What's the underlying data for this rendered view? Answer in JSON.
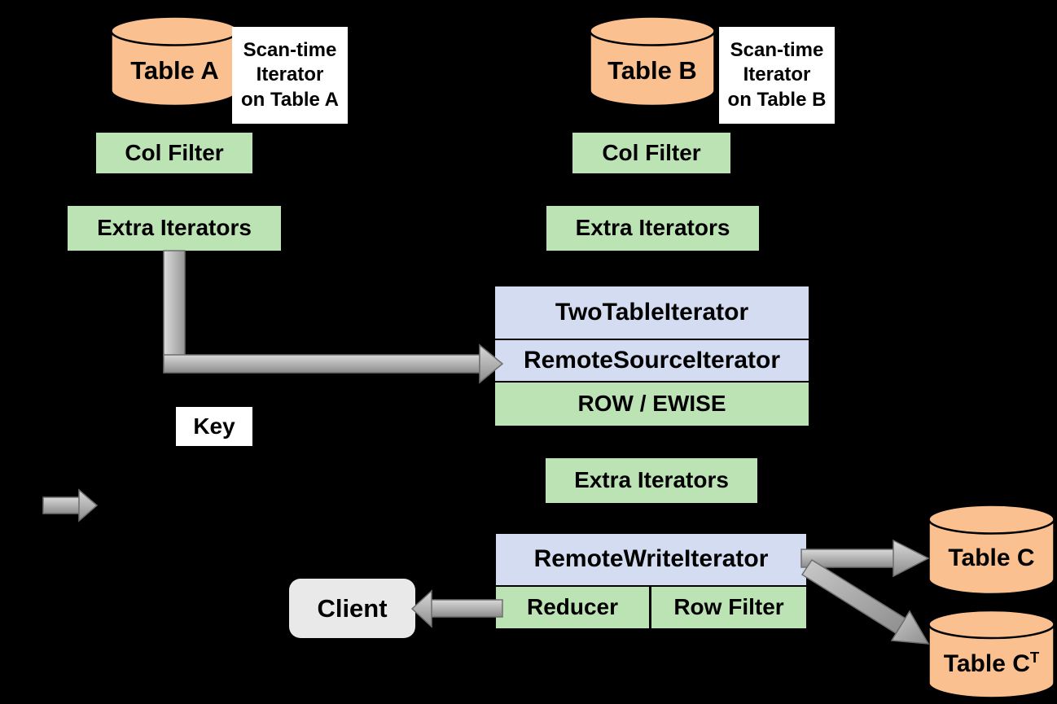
{
  "diagram": {
    "type": "dataflow-architecture",
    "background": "#000000",
    "colors": {
      "table_cylinder_fill": "#FAC090",
      "filter_box_fill": "#BCE3B4",
      "iterator_box_fill": "#D4DCF2",
      "label_box_fill": "#FFFFFF",
      "client_box_fill": "#E9E9E9",
      "arrow_gray": "#A9A9A9",
      "text": "#000000"
    },
    "nodes": {
      "table_a": {
        "label": "Table A"
      },
      "scan_iterator_a": {
        "text": "Scan-time\nIterator\non Table A"
      },
      "col_filter_a": {
        "label": "Col Filter"
      },
      "extra_iterators_a": {
        "label": "Extra Iterators"
      },
      "table_b": {
        "label": "Table B"
      },
      "scan_iterator_b": {
        "text": "Scan-time\nIterator\non Table B"
      },
      "col_filter_b": {
        "label": "Col Filter"
      },
      "extra_iterators_b": {
        "label": "Extra Iterators"
      },
      "two_table_iterator": {
        "label": "TwoTableIterator"
      },
      "remote_source_iterator": {
        "label": "RemoteSourceIterator"
      },
      "row_ewise": {
        "label": "ROW / EWISE"
      },
      "key_label": {
        "label": "Key"
      },
      "extra_iterators_output": {
        "label": "Extra Iterators"
      },
      "remote_write_iterator": {
        "label": "RemoteWriteIterator"
      },
      "reducer": {
        "label": "Reducer"
      },
      "row_filter": {
        "label": "Row Filter"
      },
      "client": {
        "label": "Client"
      },
      "table_c": {
        "label": "Table C"
      },
      "table_c_transpose": {
        "label": "Table C",
        "superscript": "T"
      }
    }
  }
}
